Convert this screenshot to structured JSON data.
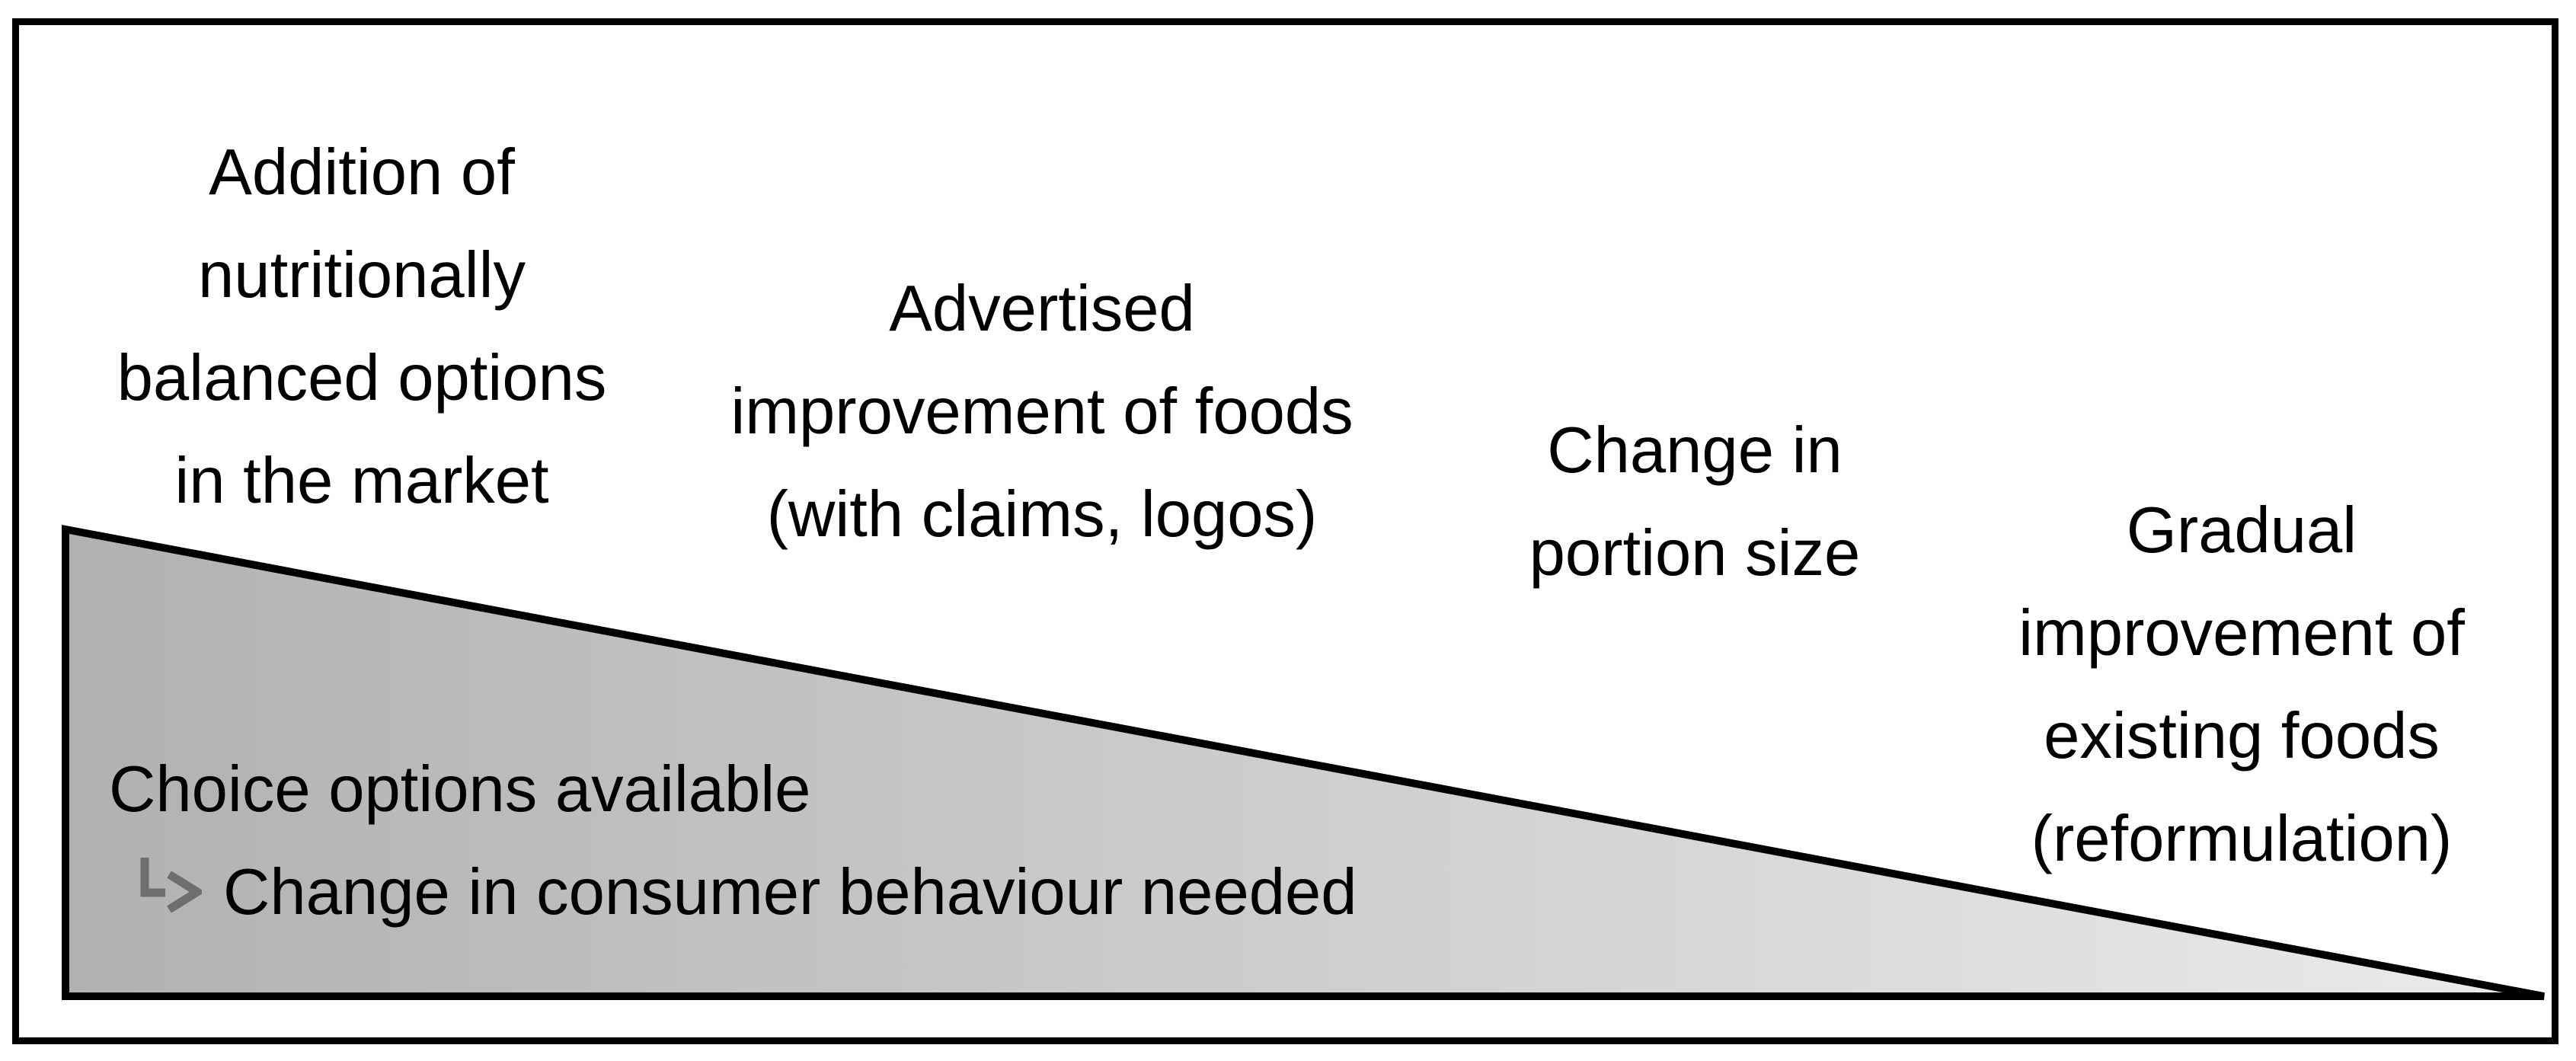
{
  "diagram": {
    "top_labels": [
      {
        "lines": [
          "Addition of",
          "nutritionally",
          "balanced options",
          "in the market"
        ]
      },
      {
        "lines": [
          "Advertised",
          "improvement of foods",
          "(with claims, logos)"
        ]
      },
      {
        "lines": [
          "Change in",
          "portion size"
        ]
      },
      {
        "lines": [
          "Gradual",
          "improvement of",
          "existing foods",
          "(reformulation)"
        ]
      }
    ],
    "wedge": {
      "label_primary": "Choice options available",
      "label_secondary": "Change in consumer behaviour needed",
      "arrow_icon": "elbow-right-arrow",
      "colors": {
        "fill_start": "#b1b1b1",
        "fill_end": "#ebebeb",
        "outline": "#000000",
        "arrow": "#6e6e6e",
        "text": "#000000",
        "frame": "#000000"
      }
    }
  }
}
